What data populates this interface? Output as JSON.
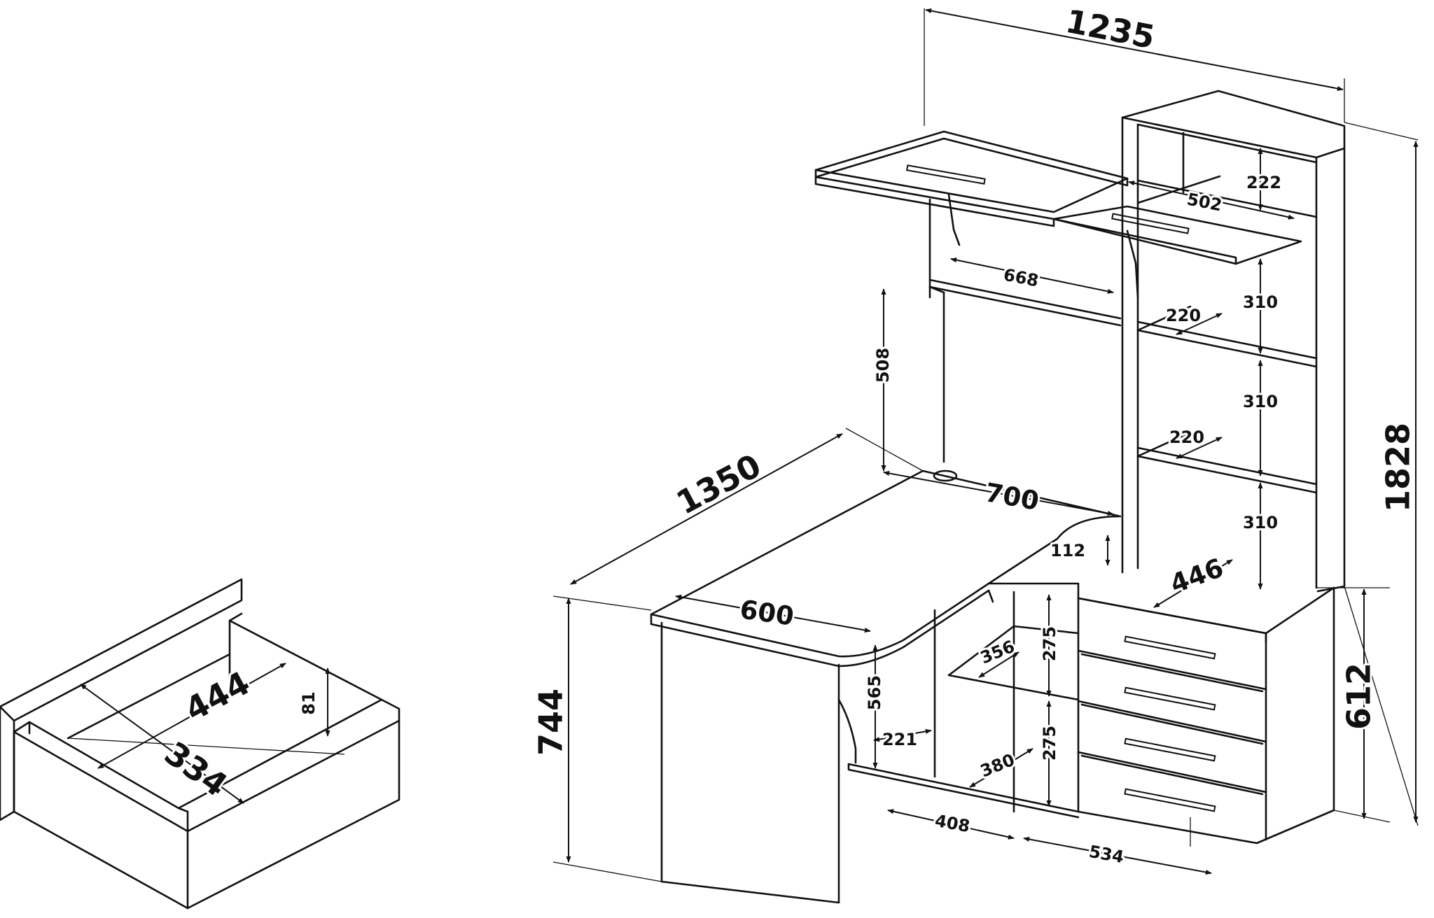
{
  "drawing": {
    "kind": "corner computer desk with hutch and drawer - dimension drawing",
    "dimensions_mm": {
      "total_width": "1235",
      "total_height": "1828",
      "desk_length": "1350",
      "desk_height": "744",
      "right_section_height": "612",
      "hutch_span": "700",
      "hutch_clearance": "508",
      "top_shelf_width": "668",
      "top_cell_width": "502",
      "top_cell_height": "222",
      "shelf_height_1": "310",
      "shelf_height_2": "310",
      "shelf_height_3": "310",
      "shelf_depth_1": "220",
      "shelf_depth_2": "220",
      "corner_offset": "112",
      "right_depth": "446",
      "left_depth": "600",
      "knee_height": "565",
      "leg_depth": "221",
      "open_shelf_depth": "356",
      "open_shelf_height_1": "275",
      "open_shelf_height_2": "275",
      "bottom_depth": "380",
      "base_width_1": "408",
      "base_width_2": "534",
      "drawer_inner_length": "444",
      "drawer_inner_width": "334",
      "drawer_height": "81"
    },
    "colors": {
      "line": "#111111",
      "background": "#ffffff"
    }
  }
}
